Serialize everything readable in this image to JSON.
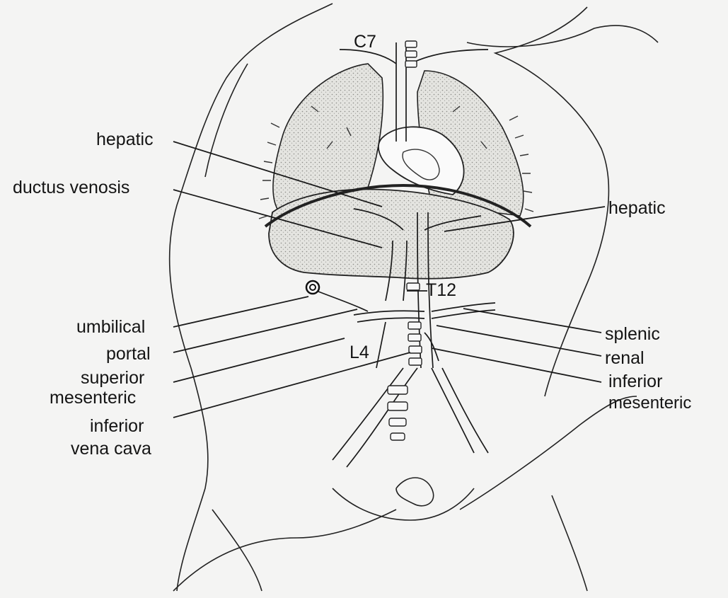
{
  "figure": {
    "colors": {
      "ink": "#1a1a1a",
      "paper": "#f4f4f3",
      "stipple": "#dcdcd8",
      "vessel": "#ffffff"
    },
    "vertebral_levels": {
      "cervical": "C7",
      "thoracic": "T12",
      "lumbar": "L4"
    },
    "labels_left": {
      "hepatic": "hepatic",
      "ductus_venosis": "ductus venosis",
      "umbilical": "umbilical",
      "portal": "portal",
      "superior_mesenteric_line1": "superior",
      "superior_mesenteric_line2": "mesenteric",
      "inferior_vena_cava_line1": "inferior",
      "inferior_vena_cava_line2": "vena cava"
    },
    "labels_right": {
      "hepatic": "hepatic",
      "splenic": "splenic",
      "renal": "renal",
      "inferior_mesenteric_line1": "inferior",
      "inferior_mesenteric_line2": "mesenteric"
    }
  }
}
